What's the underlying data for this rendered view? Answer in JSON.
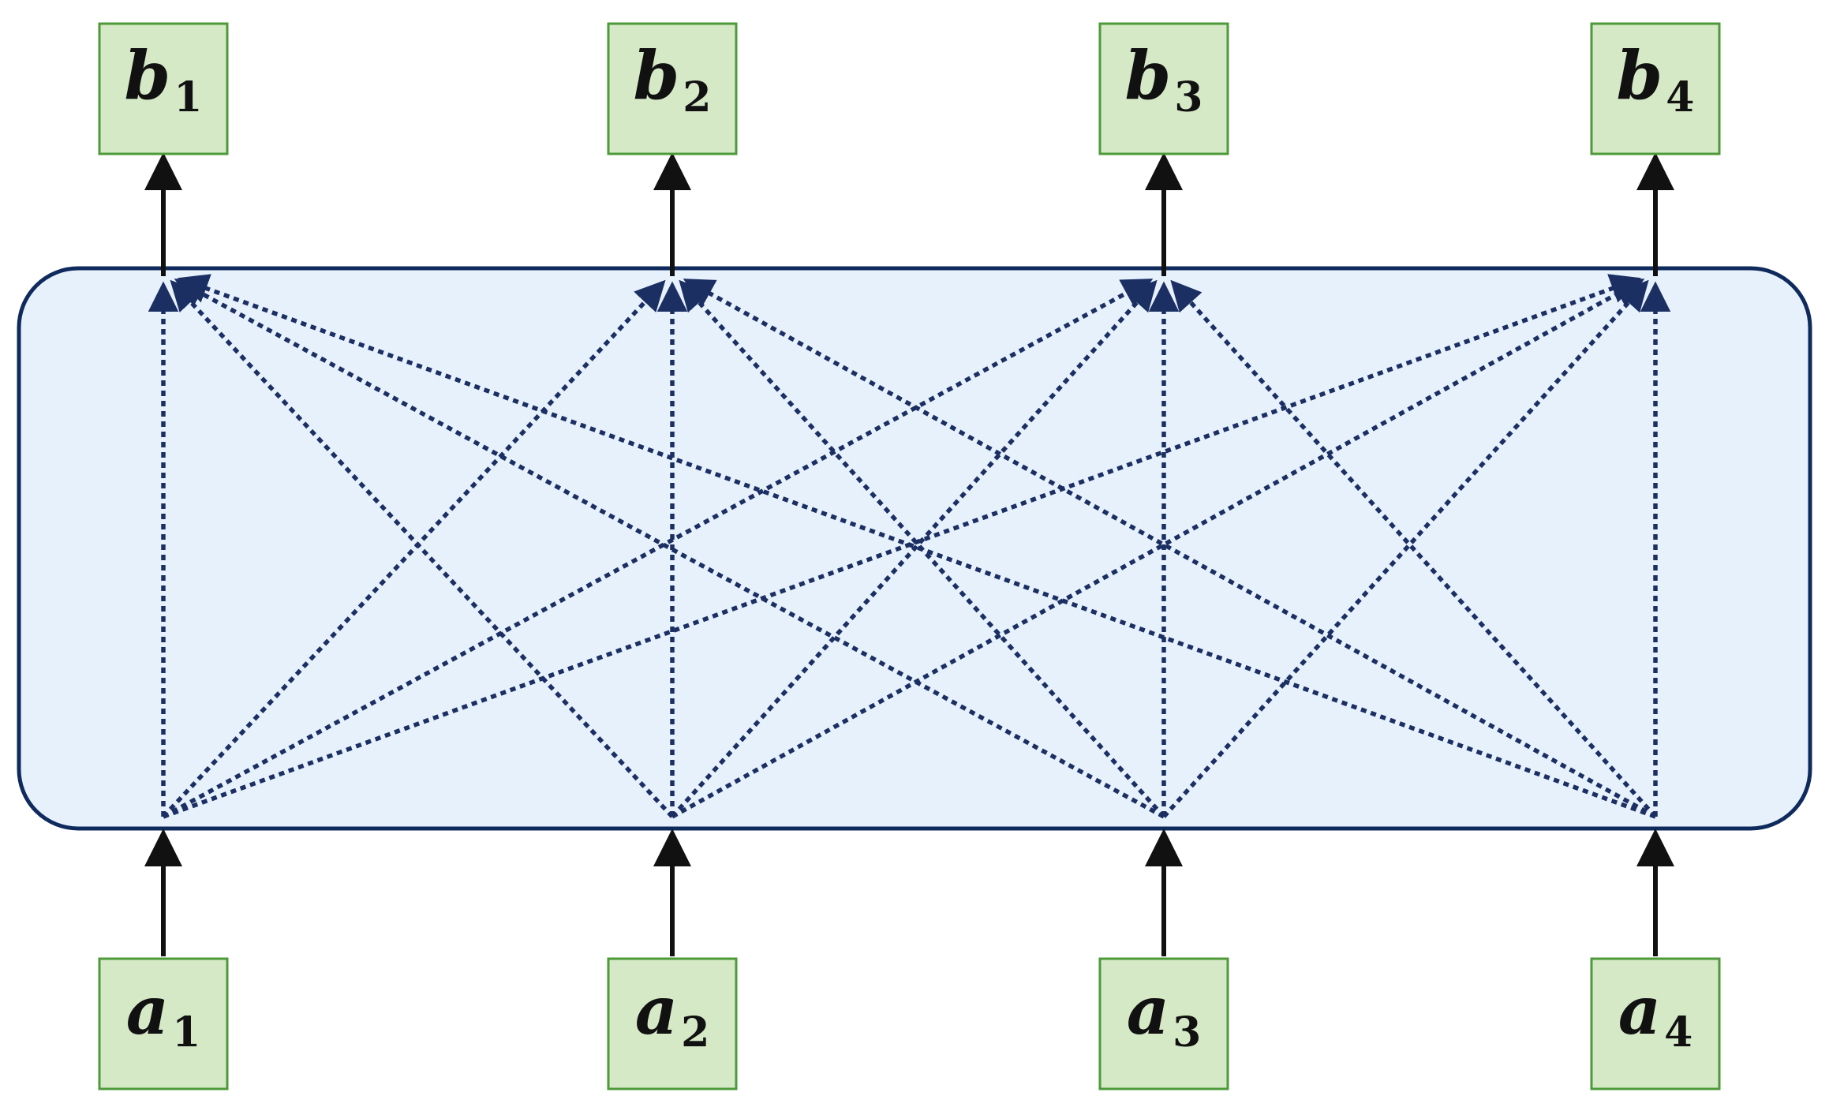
{
  "outputs": [
    {
      "letter": "b",
      "sub": "1"
    },
    {
      "letter": "b",
      "sub": "2"
    },
    {
      "letter": "b",
      "sub": "3"
    },
    {
      "letter": "b",
      "sub": "4"
    }
  ],
  "inputs": [
    {
      "letter": "a",
      "sub": "1"
    },
    {
      "letter": "a",
      "sub": "2"
    },
    {
      "letter": "a",
      "sub": "3"
    },
    {
      "letter": "a",
      "sub": "4"
    }
  ],
  "colors": {
    "node_fill": "#d6e9c6",
    "node_border": "#4d9a3a",
    "block_fill": "#e7f1fc",
    "block_border": "#0f2a5c",
    "dotted_arrow": "#1b2f63",
    "solid_arrow": "#111111"
  }
}
